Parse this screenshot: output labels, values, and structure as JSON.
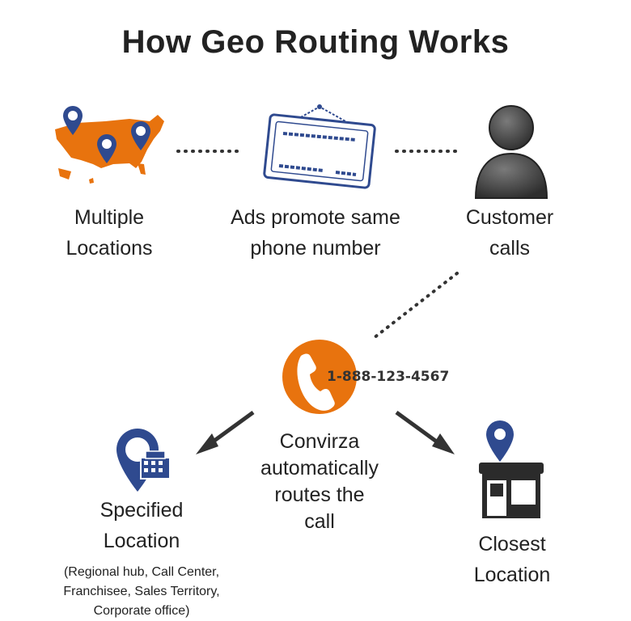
{
  "title": "How Geo Routing Works",
  "steps": {
    "locations": {
      "line1": "Multiple",
      "line2": "Locations"
    },
    "ads": {
      "line1": "Ads promote same",
      "line2": "phone number"
    },
    "customer": {
      "line1": "Customer",
      "line2": "calls"
    },
    "convirza": {
      "line1": "Convirza",
      "line2": "automatically",
      "line3": "routes the",
      "line4": "call"
    },
    "specified": {
      "line1": "Specified",
      "line2": "Location",
      "note1": "(Regional hub, Call Center,",
      "note2": "Franchisee, Sales Territory,",
      "note3": "Corporate office)"
    },
    "closest": {
      "line1": "Closest",
      "line2": "Location"
    }
  },
  "phone_number": "1-888-123-4567",
  "colors": {
    "accent": "#E8730E",
    "pin": "#2F4A8F",
    "text": "#222222",
    "arrow": "#333333"
  },
  "icons": [
    "usa-map-icon",
    "location-pin-icon",
    "sign-board-icon",
    "person-icon",
    "phone-icon",
    "building-pin-icon",
    "storefront-icon"
  ]
}
